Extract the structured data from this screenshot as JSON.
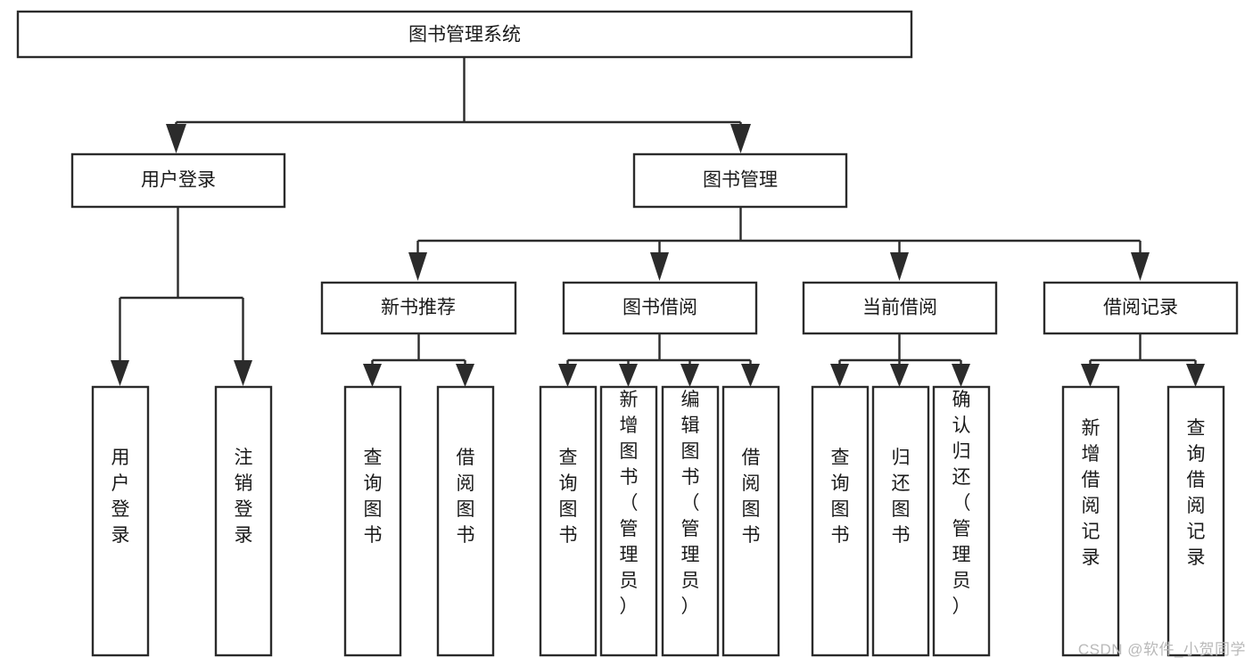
{
  "diagram": {
    "type": "tree-hierarchy",
    "title": "图书管理系统",
    "watermark": "CSDN @软件_小贺同学",
    "colors": {
      "stroke": "#2b2b2b",
      "box_fill": "#ffffff",
      "text": "#1a1a1a",
      "background": "#ffffff",
      "watermark": "#b9b9b9"
    },
    "levels": {
      "root": {
        "label": "图书管理系统",
        "orientation": "horizontal"
      },
      "level2": [
        {
          "label": "用户登录",
          "orientation": "horizontal"
        },
        {
          "label": "图书管理",
          "orientation": "horizontal"
        }
      ],
      "level3": [
        {
          "label": "新书推荐",
          "orientation": "horizontal"
        },
        {
          "label": "图书借阅",
          "orientation": "horizontal"
        },
        {
          "label": "当前借阅",
          "orientation": "horizontal"
        },
        {
          "label": "借阅记录",
          "orientation": "horizontal"
        }
      ],
      "leaves": [
        {
          "label": "用户登录",
          "orientation": "vertical",
          "parent": "用户登录"
        },
        {
          "label": "注销登录",
          "orientation": "vertical",
          "parent": "用户登录"
        },
        {
          "label": "查询图书",
          "orientation": "vertical",
          "parent": "新书推荐"
        },
        {
          "label": "借阅图书",
          "orientation": "vertical",
          "parent": "新书推荐"
        },
        {
          "label": "查询图书",
          "orientation": "vertical",
          "parent": "图书借阅"
        },
        {
          "label": "新增图书（管理员）",
          "orientation": "vertical",
          "parent": "图书借阅"
        },
        {
          "label": "编辑图书（管理员）",
          "orientation": "vertical",
          "parent": "图书借阅"
        },
        {
          "label": "借阅图书",
          "orientation": "vertical",
          "parent": "图书借阅"
        },
        {
          "label": "查询图书",
          "orientation": "vertical",
          "parent": "当前借阅"
        },
        {
          "label": "归还图书",
          "orientation": "vertical",
          "parent": "当前借阅"
        },
        {
          "label": "确认归还（管理员）",
          "orientation": "vertical",
          "parent": "当前借阅"
        },
        {
          "label": "新增借阅记录",
          "orientation": "vertical",
          "parent": "借阅记录"
        },
        {
          "label": "查询借阅记录",
          "orientation": "vertical",
          "parent": "借阅记录"
        }
      ]
    }
  }
}
